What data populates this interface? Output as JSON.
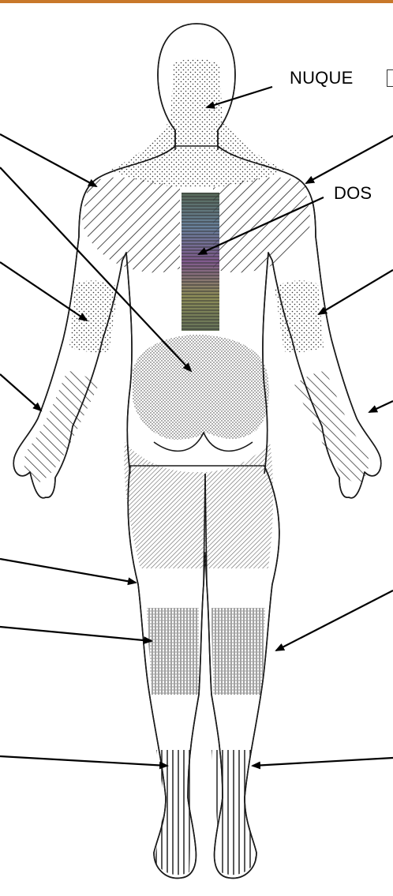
{
  "labels": {
    "nuque": "NUQUE",
    "dos": "DOS"
  },
  "colors": {
    "frame": "#c8782a",
    "outline": "#1a1a1a",
    "arrow": "#000000"
  },
  "figure": {
    "view": "back",
    "regions": [
      "neck",
      "shoulders",
      "upper-back",
      "lower-back",
      "elbows",
      "wrists-hands",
      "hips-thighs",
      "knees",
      "ankles-feet"
    ]
  }
}
